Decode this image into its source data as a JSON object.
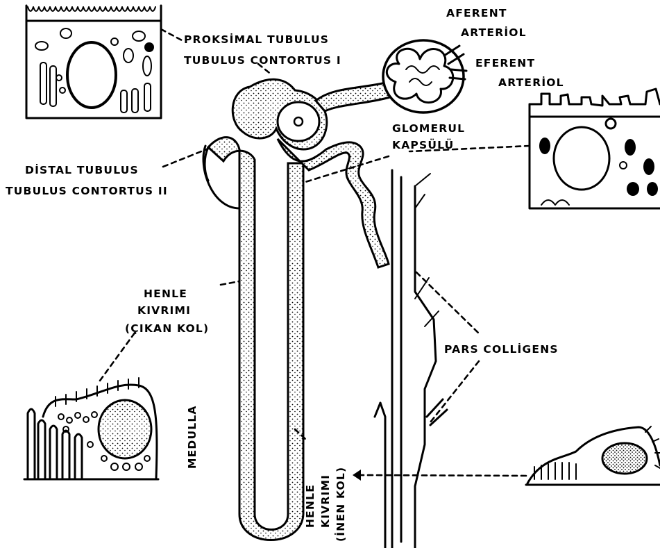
{
  "labels": {
    "proksimal_line1": "PROKSİMAL TUBULUS",
    "proksimal_line2": "TUBULUS CONTORTUS I",
    "aferent_line1": "AFERENT",
    "aferent_line2": "ARTERİOL",
    "eferent_line1": "EFERENT",
    "eferent_line2": "ARTERİOL",
    "glomerul_line1": "GLOMERUL",
    "glomerul_line2": "KAPSÜLÜ",
    "distal_line1": "DİSTAL TUBULUS",
    "distal_line2": "TUBULUS CONTORTUS II",
    "henle_up_line1": "HENLE",
    "henle_up_line2": "KIVRIMI",
    "henle_up_line3": "(ÇIKAN KOL)",
    "pars_colligens": "PARS COLLİGENS",
    "medulla": "MEDULLA",
    "henle_down_line1": "HENLE",
    "henle_down_line2": "KIVRIMI",
    "henle_down_line3": "(İNEN KOL)"
  }
}
